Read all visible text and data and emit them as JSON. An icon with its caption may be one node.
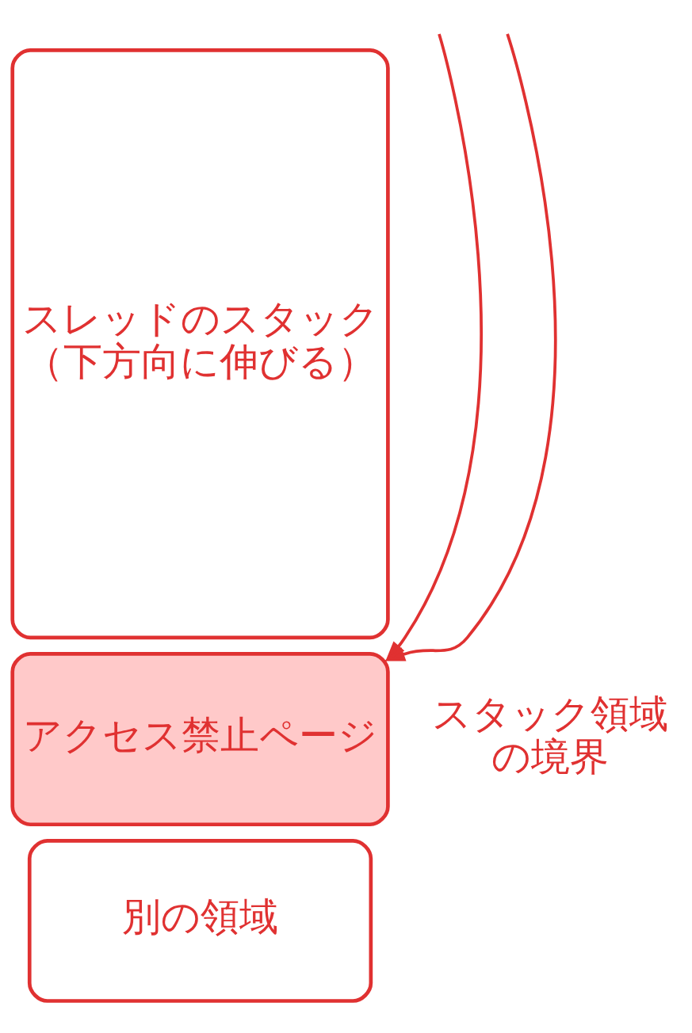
{
  "diagram": {
    "nodes": [
      {
        "text": [
          "スレッドのスタック（下方向に伸びる）"
        ]
      },
      {
        "text": [
          "アクセス禁止ページ"
        ]
      },
      {
        "text": [
          "別の領域"
        ]
      }
    ],
    "edges": [
      {
        "from": null,
        "to": 1,
        "arrow": "to"
      },
      {
        "from": null,
        "to": 1,
        "arrow": "to"
      }
    ],
    "labels": [
      "スタック領域の境界"
    ]
  }
}
